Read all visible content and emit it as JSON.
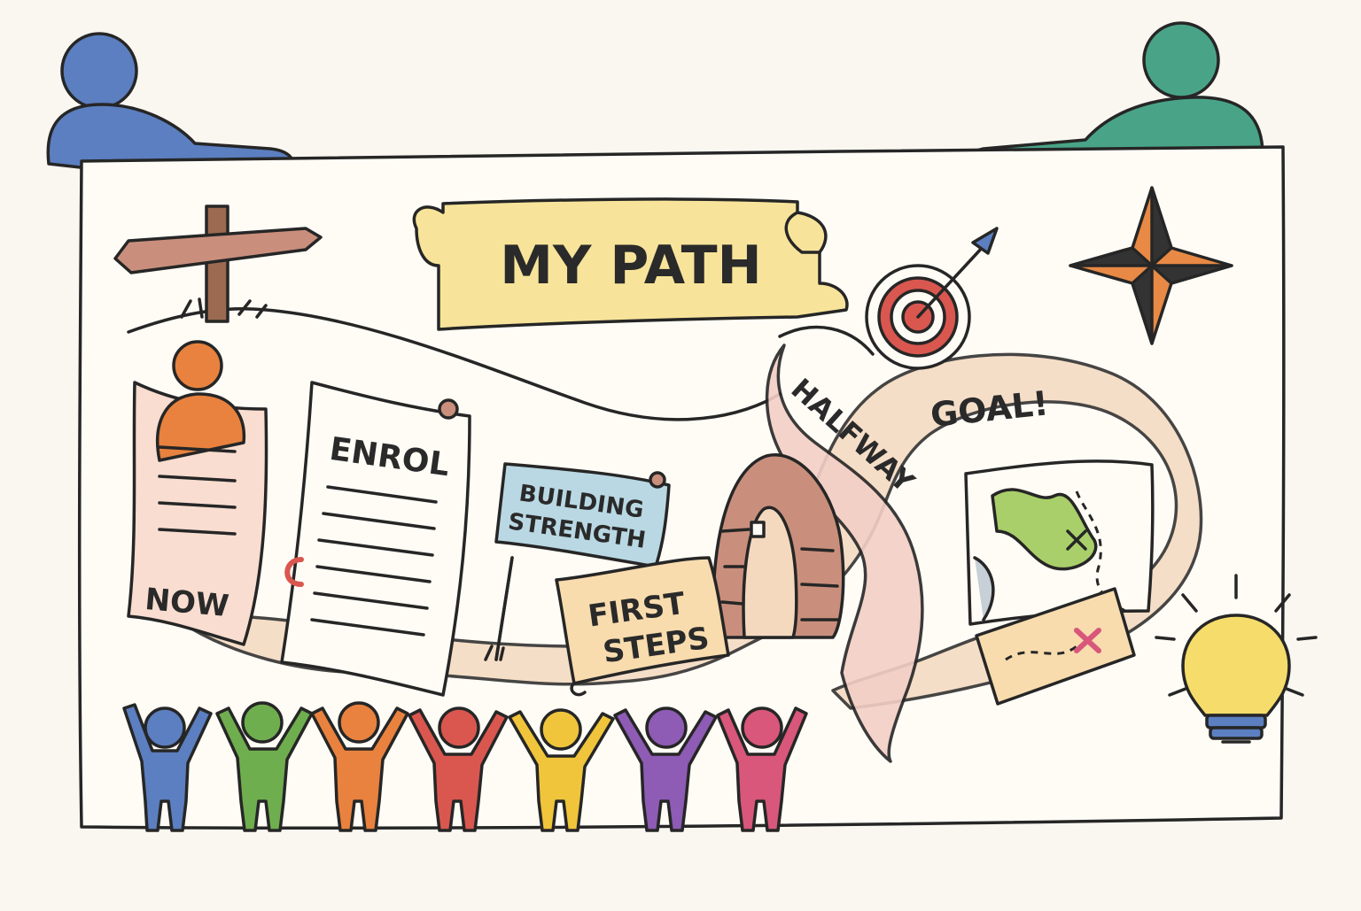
{
  "banner": {
    "title": "MY PATH"
  },
  "milestones": {
    "now": "NOW",
    "enrol": "ENROL",
    "building_line1": "BUILDING",
    "building_line2": "STRENGTH",
    "first_line1": "FIRST",
    "first_line2": "STEPS",
    "halfway": "HALFWAY",
    "goal": "GOAL!"
  },
  "colors": {
    "holder_left": "#5b7fc0",
    "holder_right": "#49a487",
    "banner": "#f7e49a",
    "path": "#f4d9bf",
    "target_red": "#d9574f",
    "star_orange": "#e88a45",
    "bulb": "#f6dc6a",
    "people": [
      "#5b7fc0",
      "#6fae4e",
      "#e8823e",
      "#d9574f",
      "#f0c53c",
      "#8e5bb5",
      "#d8577a"
    ]
  },
  "icons": [
    "signpost-icon",
    "target-icon",
    "compass-star-icon",
    "lightbulb-icon",
    "map-icon",
    "treasure-map-icon",
    "arch-icon"
  ]
}
